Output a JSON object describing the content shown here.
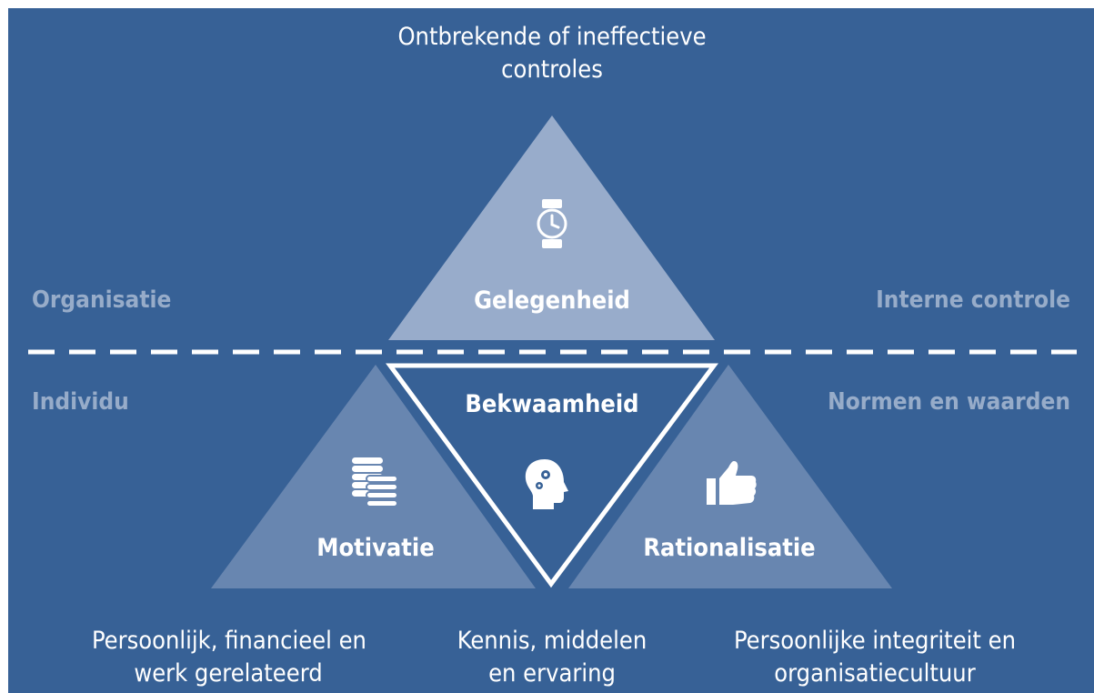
{
  "top_caption": [
    "Ontbrekende of ineffectieve",
    "controles"
  ],
  "left_labels": {
    "above": "Organisatie",
    "below": "Individu"
  },
  "right_labels": {
    "above": "Interne controle",
    "below": "Normen en waarden"
  },
  "triangles": {
    "top": {
      "label": "Gelegenheid",
      "icon": "watch-icon"
    },
    "left": {
      "label": "Motivatie",
      "icon": "coins-icon"
    },
    "middle": {
      "label": "Bekwaamheid",
      "icon": "head-gears-icon"
    },
    "right": {
      "label": "Rationalisatie",
      "icon": "thumbs-up-icon"
    }
  },
  "captions": {
    "left": [
      "Persoonlijk, financieel en",
      "werk gerelateerd"
    ],
    "middle": [
      "Kennis, middelen",
      "en ervaring"
    ],
    "right": [
      "Persoonlijke integriteit en",
      "organisatiecultuur"
    ]
  },
  "colors": {
    "background": "#376196",
    "top_triangle": "#98accb",
    "bottom_triangles": "#6886b0",
    "side_labels": "#97acc9",
    "text": "#ffffff"
  }
}
